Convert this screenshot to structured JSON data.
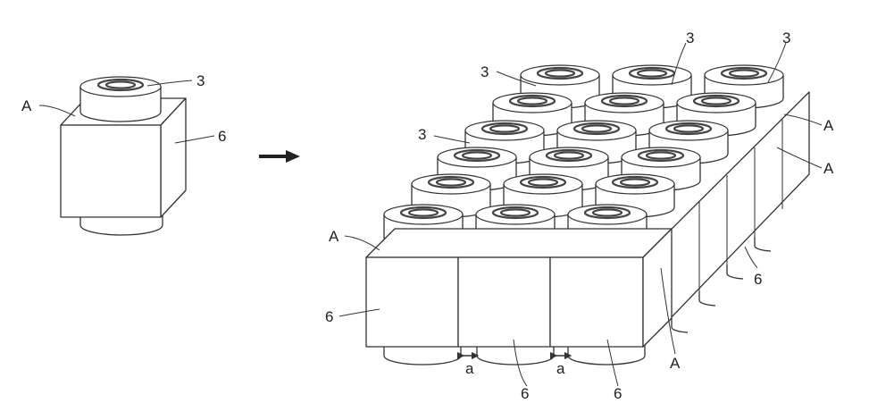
{
  "labels": {
    "single_cyl": "3",
    "single_a": "A",
    "single_cube": "6",
    "top_left_3": "3",
    "top_mid_3": "3",
    "top_right_3": "3",
    "mid_left_3": "3",
    "right_a1": "A",
    "right_a2": "A",
    "front_a": "A",
    "front_cube_6": "6",
    "side_6": "6",
    "bottom_a": "A",
    "gap_a1": "a",
    "gap_a2": "a",
    "bottom_6_1": "6",
    "bottom_6_2": "6"
  },
  "colors": {
    "line": "#333333",
    "background": "#ffffff"
  },
  "icons": {
    "transform_arrow": "right-arrow-icon"
  }
}
